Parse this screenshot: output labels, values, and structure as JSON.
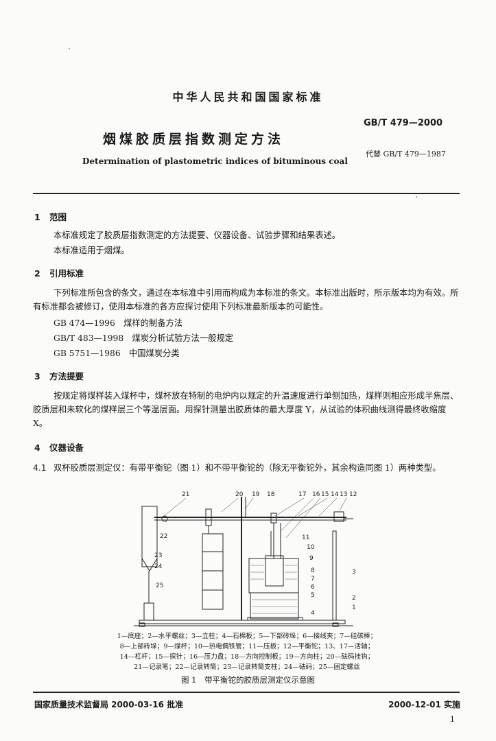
{
  "header": {
    "national_standard": "中华人民共和国国家标准",
    "standard_number": "GB/T 479—2000",
    "title_cn": "烟煤胶质层指数测定方法",
    "replaces": "代替 GB/T 479—1987",
    "title_en": "Determination of plastometric indices of bituminous coal"
  },
  "sections": {
    "s1": {
      "num": "1",
      "title": "范围",
      "p1": "本标准规定了胶质层指数测定的方法提要、仪器设备、试验步骤和结果表述。",
      "p2": "本标准适用于烟煤。"
    },
    "s2": {
      "num": "2",
      "title": "引用标准",
      "p1": "下列标准所包含的条文，通过在本标准中引用而构成为本标准的条文。本标准出版时，所示版本均为有效。所有标准都会被修订，使用本标准的各方应探讨使用下列标准最新版本的可能性。",
      "refs": [
        "GB 474—1996　煤样的制备方法",
        "GB/T 483—1998　煤炭分析试验方法一般规定",
        "GB 5751—1986　中国煤炭分类"
      ]
    },
    "s3": {
      "num": "3",
      "title": "方法提要",
      "p1": "按规定将煤样装入煤杯中，煤杯放在特制的电炉内以规定的升温速度进行单侧加热，煤样则相应形成半焦层、胶质层和未软化的煤样层三个等温层面。用探针测量出胶质体的最大厚度 Y，从试验的体积曲线测得最终收缩度 X。"
    },
    "s4": {
      "num": "4",
      "title": "仪器设备",
      "p41_num": "4.1",
      "p41": "双杯胶质层测定仪：有带平衡铊（图 1）和不带平衡铊的（除无平衡铊外，其余构造同图 1）两种类型。"
    }
  },
  "figure": {
    "callouts": {
      "n21": "21",
      "n20": "20",
      "n19": "19",
      "n18": "18",
      "n17": "17",
      "n16": "16",
      "n15": "15",
      "n14": "14",
      "n13": "13",
      "n12": "12",
      "n11": "11",
      "n10": "10",
      "n9": "9",
      "n8": "8",
      "n7": "7",
      "n6": "6",
      "n5": "5",
      "n4": "4",
      "n3": "3",
      "n2": "2",
      "n1": "1",
      "n22": "22",
      "n23": "23",
      "n24": "24",
      "n25": "25"
    },
    "legend": [
      "1—底座；2—水平螺丝；3—立柱；4—石棉板；5—下部砖垛；6—接线夹；7—硅碳棒；",
      "8—上部砖垛；9—煤杯；10—热电偶铁管；11—压板；12—平衡铊；13、17—活轴；",
      "14—杠杆；15—探针；16—压力盘；18—方向控制板；19—方向柱；20—砝码挂钩；",
      "21—记录笔；22—记录转筒；23—记录转筒支柱；24—砝码；25—固定螺丝"
    ],
    "caption": "图 1　带平衡铊的胶质层测定仪示意图"
  },
  "footer": {
    "issued": "国家质量技术监督局 2000-03-16 批准",
    "implemented": "2000-12-01 实施",
    "page": "1"
  }
}
